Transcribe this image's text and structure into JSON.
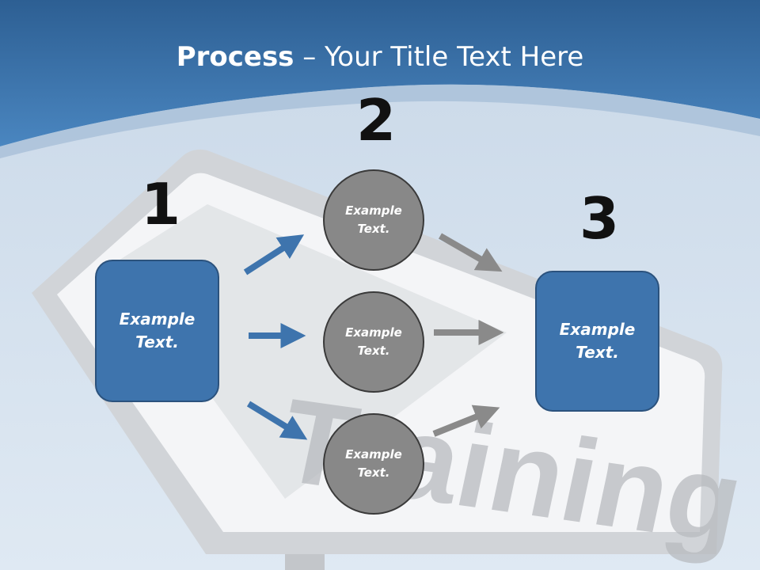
{
  "title": {
    "bold": "Process",
    "rest": " – Your Title Text Here"
  },
  "steps": [
    {
      "number": "1",
      "label": "Example Text."
    },
    {
      "number": "2"
    },
    {
      "number": "3",
      "label": "Example Text."
    }
  ],
  "circles": [
    {
      "label": "Example Text."
    },
    {
      "label": "Example Text."
    },
    {
      "label": "Example Text."
    }
  ],
  "background_sign_text": "Training",
  "colors": {
    "header": "#3d78b3",
    "box": "#3e74ad",
    "circle": "#888888",
    "blue_arrow": "#3e74ad",
    "gray_arrow": "#8a8a8a"
  }
}
